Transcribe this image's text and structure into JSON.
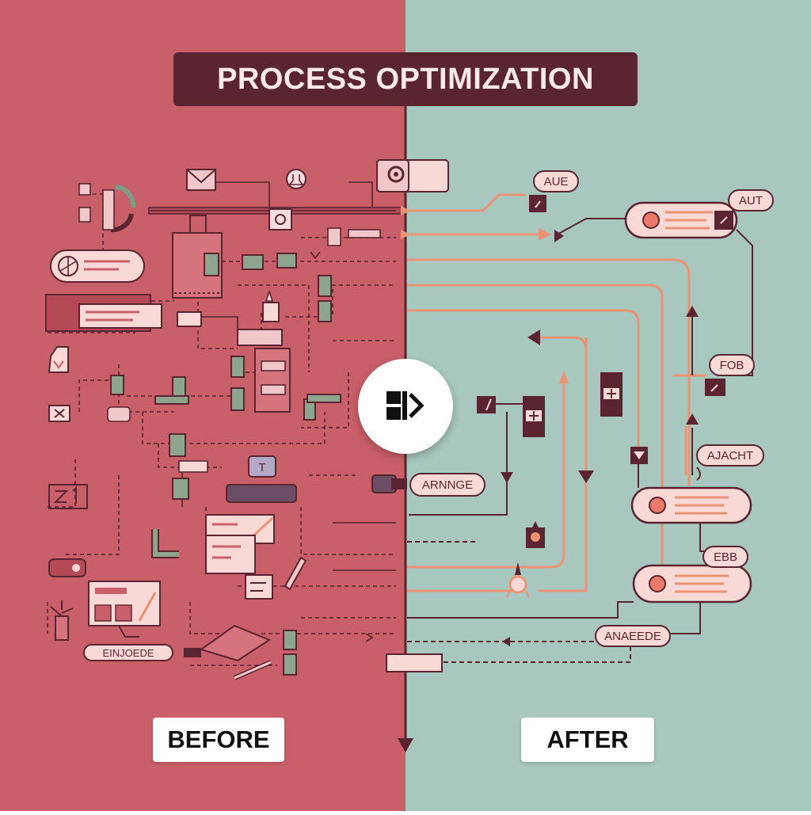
{
  "title": "PROCESS OPTIMIZATION",
  "before_label": "BEFORE",
  "after_label": "AFTER",
  "left_tags": {
    "bottom_pill": "EINJOEDE",
    "t_key": "T"
  },
  "right_tags": {
    "aue": "AUE",
    "aut": "AUT",
    "fob": "FOB",
    "ajacht": "AJACHT",
    "arnnge": "ARNNGE",
    "ebb": "EBB",
    "anaeede": "ANAEEDE"
  },
  "colors": {
    "before_bg": "#c95f68",
    "after_bg": "#a7c7bf",
    "dark": "#5a2430",
    "accent": "#ec9374",
    "card": "#f9d9d6"
  }
}
